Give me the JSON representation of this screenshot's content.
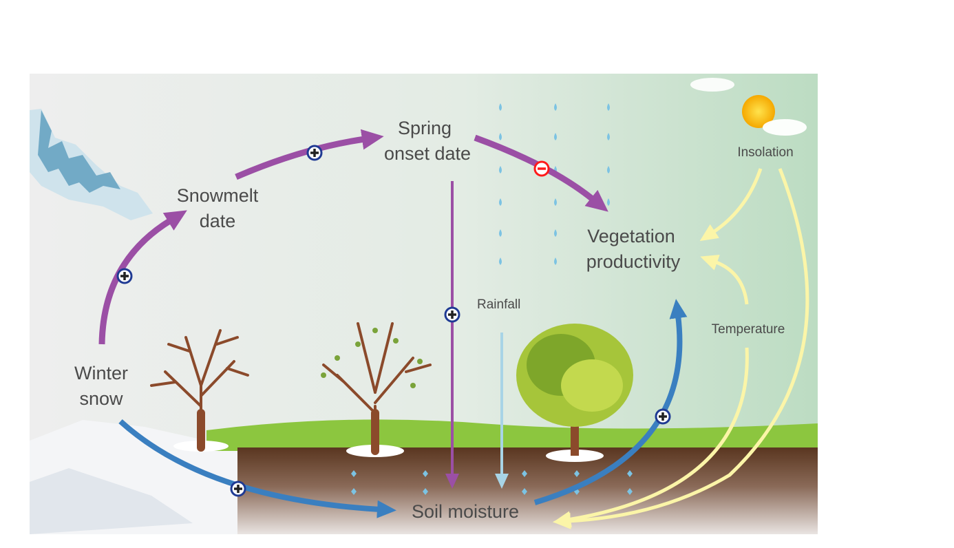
{
  "labels": {
    "winter_snow": [
      "Winter",
      "snow"
    ],
    "snowmelt_date": [
      "Snowmelt",
      "date"
    ],
    "spring_onset_date": [
      "Spring",
      "onset date"
    ],
    "vegetation_productivity": [
      "Vegetation",
      "productivity"
    ],
    "soil_moisture": "Soil moisture",
    "rainfall": "Rainfall",
    "insolation": "Insolation",
    "temperature": "Temperature"
  },
  "signs": {
    "snow_to_snowmelt": "+",
    "snowmelt_to_spring": "+",
    "spring_to_vegetation": "−",
    "spring_to_soil": "+",
    "snow_to_soil": "+",
    "soil_to_vegetation": "+"
  },
  "colors": {
    "phenology_arrow": "#9b4fa5",
    "water_arrow": "#3a7fc0",
    "rain_arrow": "#a8d4e6",
    "energy_arrow": "#fbf5a8",
    "positive_sign": "#1f3a93",
    "negative_sign": "#ff1a1a",
    "soil": "#5a3620",
    "grass": "#8cc63f"
  }
}
